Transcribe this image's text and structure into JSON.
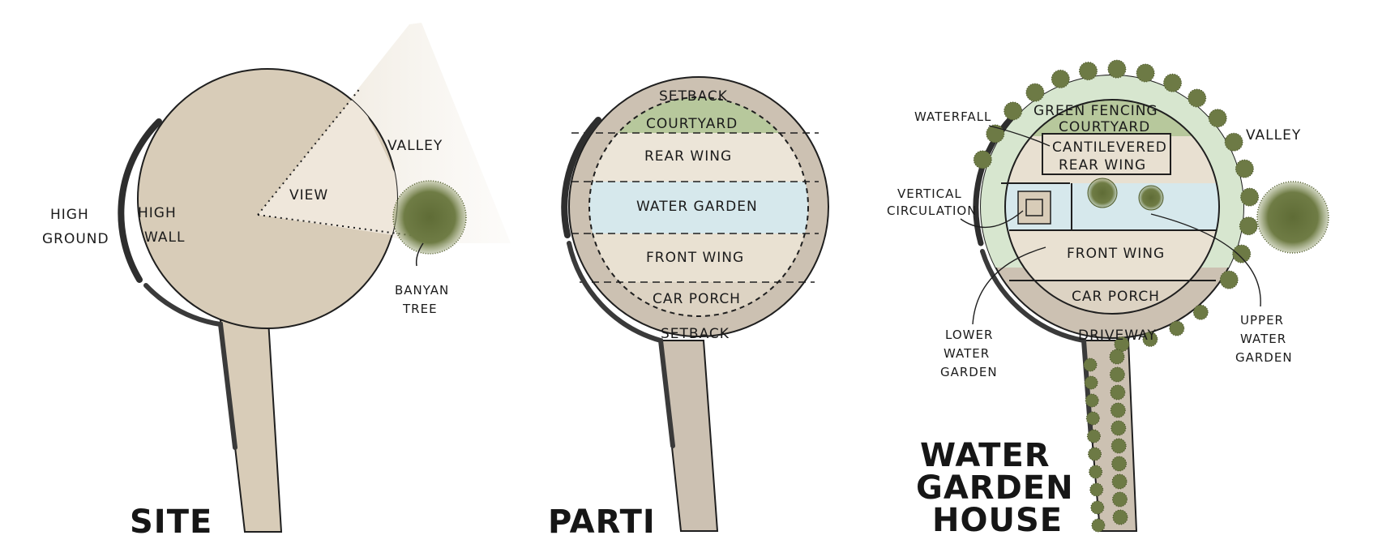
{
  "colors": {
    "site_fill": "#d8ccb8",
    "view_fill": "#efe7db",
    "courtyard_green": "#b7c89c",
    "water_blue": "#d6e8ec",
    "outer_ring": "#ccc1b2",
    "tree_green": "#6d7a45",
    "green_fence": "#d7e6cf",
    "wall_dark": "#2e2e2e"
  },
  "site": {
    "title": "SITE",
    "high_ground": [
      "HIGH",
      "GROUND"
    ],
    "high_wall": [
      "HIGH",
      "WALL"
    ],
    "view": "VIEW",
    "valley": "VALLEY",
    "banyan_tree": [
      "BANYAN",
      "TREE"
    ],
    "icons": {
      "tree": "banyan-tree-icon"
    }
  },
  "parti": {
    "title": "PARTI",
    "setback_top": "SETBACK",
    "courtyard": "COURTYARD",
    "rear_wing": "REAR WING",
    "water_garden": "WATER GARDEN",
    "front_wing": "FRONT WING",
    "car_porch": "CAR PORCH",
    "setback_bottom": "SETBACK"
  },
  "house": {
    "title": [
      "WATER",
      "GARDEN",
      "HOUSE"
    ],
    "green_fencing": "GREEN FENCING",
    "courtyard": "COURTYARD",
    "cantilevered_rear_wing": [
      "CANTILEVERED",
      "REAR WING"
    ],
    "waterfall": "WATERFALL",
    "vertical_circulation": [
      "VERTICAL",
      "CIRCULATION"
    ],
    "front_wing": "FRONT WING",
    "car_porch": "CAR PORCH",
    "driveway": "DRIVEWAY",
    "lower_water_garden": [
      "LOWER",
      "WATER",
      "GARDEN"
    ],
    "upper_water_garden": [
      "UPPER",
      "WATER",
      "GARDEN"
    ],
    "valley": "VALLEY"
  }
}
